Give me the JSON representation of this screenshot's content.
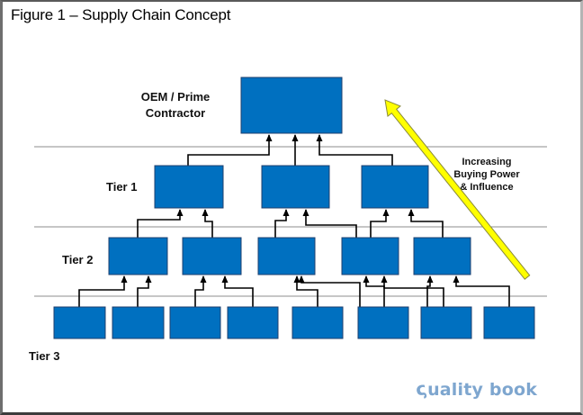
{
  "figure": {
    "title": "Figure 1 – Supply Chain Concept"
  },
  "tiers": {
    "oem_label_line1": "OEM / Prime",
    "oem_label_line2": "Contractor",
    "tier1_label": "Tier 1",
    "tier2_label": "Tier 2",
    "tier3_label": "Tier 3"
  },
  "arrow_annotation": {
    "line1": "Increasing",
    "line2": "Buying Power",
    "line3": "& Influence"
  },
  "watermark": {
    "q_glyph": "ς",
    "text": "uality book"
  },
  "colors": {
    "box_fill": "#0070c0",
    "box_stroke": "#1f3f6e",
    "connector": "#000000",
    "arrow_fill": "#ffff00",
    "arrow_stroke": "#8a8a3a",
    "divider": "#8c8c8c"
  },
  "structure": {
    "oem": 1,
    "tier1_count": 3,
    "tier2_count": 5,
    "tier3_count": 8
  }
}
